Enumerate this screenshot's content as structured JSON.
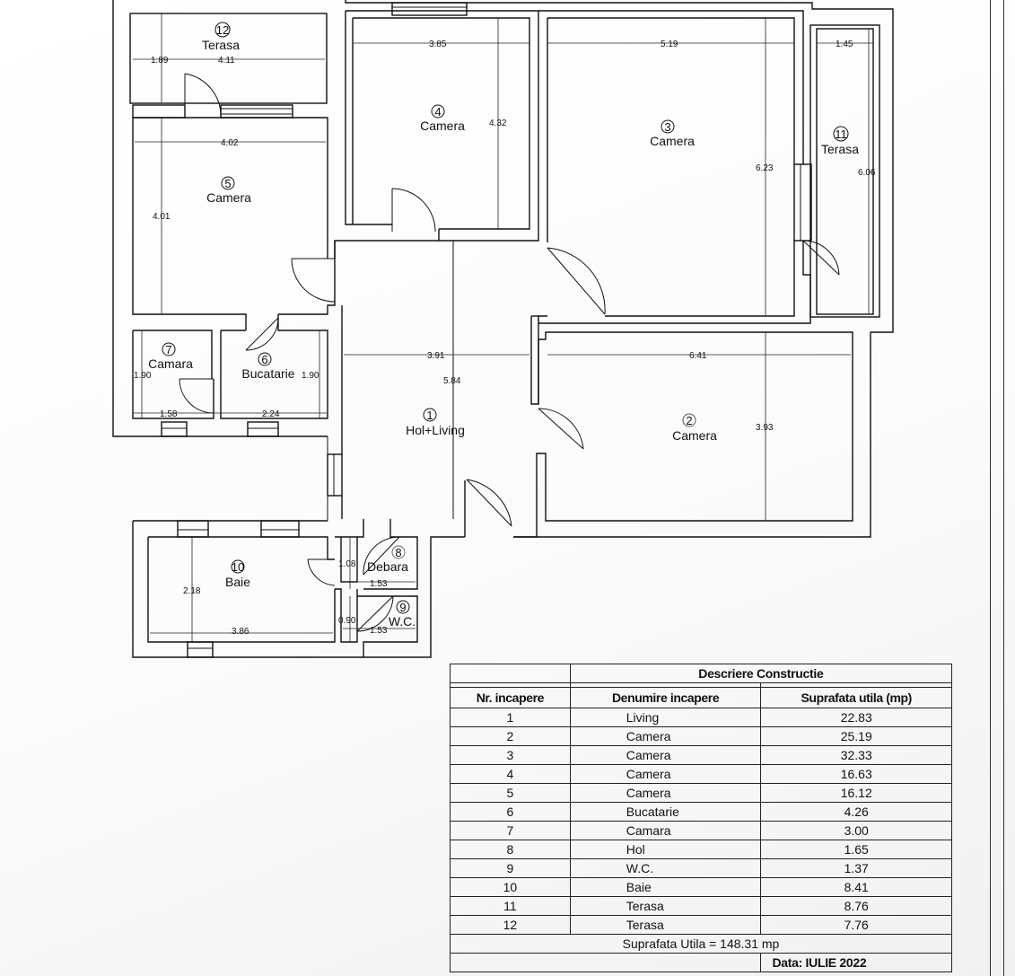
{
  "rooms": [
    {
      "num": "1",
      "name": "Hol+Living"
    },
    {
      "num": "2",
      "name": "Camera"
    },
    {
      "num": "3",
      "name": "Camera"
    },
    {
      "num": "4",
      "name": "Camera"
    },
    {
      "num": "5",
      "name": "Camera"
    },
    {
      "num": "6",
      "name": "Bucatarie"
    },
    {
      "num": "7",
      "name": "Camara"
    },
    {
      "num": "8",
      "name": "Debara"
    },
    {
      "num": "9",
      "name": "W.C."
    },
    {
      "num": "10",
      "name": "Baie"
    },
    {
      "num": "11",
      "name": "Terasa"
    },
    {
      "num": "12",
      "name": "Terasa"
    }
  ],
  "dimensions": {
    "t12_h": "1.89",
    "t12_w": "4.11",
    "r4_w": "3.85",
    "r4_h": "4.32",
    "r3_w": "5.19",
    "r3_h": "6.23",
    "t11_w": "1.45",
    "t11_h": "6.06",
    "r5_w": "4.02",
    "r5_h": "4.01",
    "r7_h": "1.90",
    "r7_w": "1.58",
    "r6_h": "1.90",
    "r6_w": "2.24",
    "r1_w": "3.91",
    "r1_h": "5.84",
    "r2_w": "6.41",
    "r2_h": "3.93",
    "r10_h": "2.18",
    "r10_w": "3.86",
    "r8_h": "1.08",
    "r8_w": "1.53",
    "r9_h": "0.90",
    "r9_w": "1.53"
  },
  "table": {
    "title": "Descriere Constructie",
    "headers": [
      "Nr. incapere",
      "Denumire incapere",
      "Suprafata utila (mp)"
    ],
    "rows": [
      [
        "1",
        "Living",
        "22.83"
      ],
      [
        "2",
        "Camera",
        "25.19"
      ],
      [
        "3",
        "Camera",
        "32.33"
      ],
      [
        "4",
        "Camera",
        "16.63"
      ],
      [
        "5",
        "Camera",
        "16.12"
      ],
      [
        "6",
        "Bucatarie",
        "4.26"
      ],
      [
        "7",
        "Camara",
        "3.00"
      ],
      [
        "8",
        "Hol",
        "1.65"
      ],
      [
        "9",
        "W.C.",
        "1.37"
      ],
      [
        "10",
        "Baie",
        "8.41"
      ],
      [
        "11",
        "Terasa",
        "8.76"
      ],
      [
        "12",
        "Terasa",
        "7.76"
      ]
    ],
    "total": "Suprafata Utila = 148.31 mp",
    "date": "Data: IULIE 2022"
  }
}
